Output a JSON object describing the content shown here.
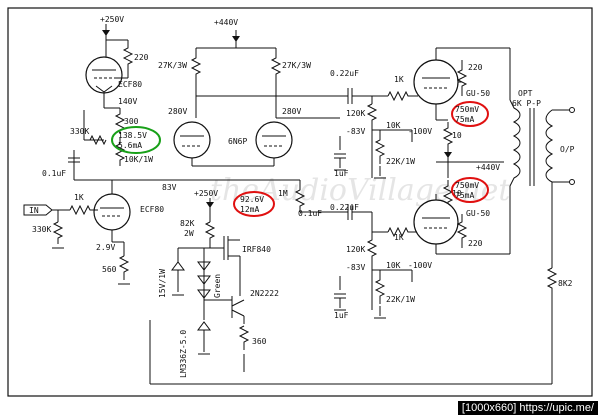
{
  "watermark": "theAudioVillage.net",
  "footer": "[1000x660] https://upic.me/",
  "supplies": {
    "b250_top": "+250V",
    "b440_top": "+440V",
    "b250_mid": "+250V",
    "b440_opt": "+440V"
  },
  "tubes": {
    "ecf80_top": "ECF80",
    "ecf80_bottom": "ECF80",
    "n6n6p": "6N6P",
    "gu50_top": "GU-50",
    "gu50_bottom": "GU-50"
  },
  "components": {
    "r220_top": "220",
    "v140": "140V",
    "r330k_fb": "330K",
    "r300": "300",
    "r10k1w": "10K/1W",
    "c01_left": "0.1uF",
    "in_label": "IN",
    "r1k_in": "1K",
    "r330k_in": "330K",
    "v2_9": "2.9V",
    "r560": "560",
    "r27k_left": "27K/3W",
    "r27k_right": "27K/3W",
    "v280_left": "280V",
    "v280_right": "280V",
    "v83": "83V",
    "r1m": "1M",
    "c01_mid": "0.1uF",
    "r82k": "82K",
    "r2w": "2W",
    "irf840": "IRF840",
    "zener15v": "15V/1W",
    "green": "Green",
    "q2n2222": "2N2222",
    "lm3362": "LM336Z-5.0",
    "r360": "360",
    "c022_top": "0.22uF",
    "r1k_top": "1K",
    "r120k_top": "120K",
    "m83_top": "-83V",
    "r10k_top": "10K",
    "m100_top": "-100V",
    "c1uf_top": "1uF",
    "r22k_top": "22K/1W",
    "c022_bot": "0.22uF",
    "r1k_bot": "1K",
    "r120k_bot": "120K",
    "m83_bot": "-83V",
    "r10k_bot": "10K",
    "m100_bot": "-100V",
    "c1uf_bot": "1uF",
    "r22k_bot": "22K/1W",
    "r220_gu_top": "220",
    "r220_gu_bot": "220",
    "r10_top": "10",
    "r10_bot": "10",
    "opt": "OPT",
    "opt_imp": "6K P-P",
    "out": "O/P",
    "r8k2": "8K2"
  },
  "annotations": {
    "green_v": "138.5V",
    "green_i": "5.6mA",
    "mid_v": "92.6V",
    "mid_i": "12mA",
    "gu_top_v": "750mV",
    "gu_top_i": "75mA",
    "gu_bot_v": "750mV",
    "gu_bot_i": "75mA"
  },
  "colors": {
    "annotation_red": "#e01010",
    "annotation_green": "#18a018"
  }
}
